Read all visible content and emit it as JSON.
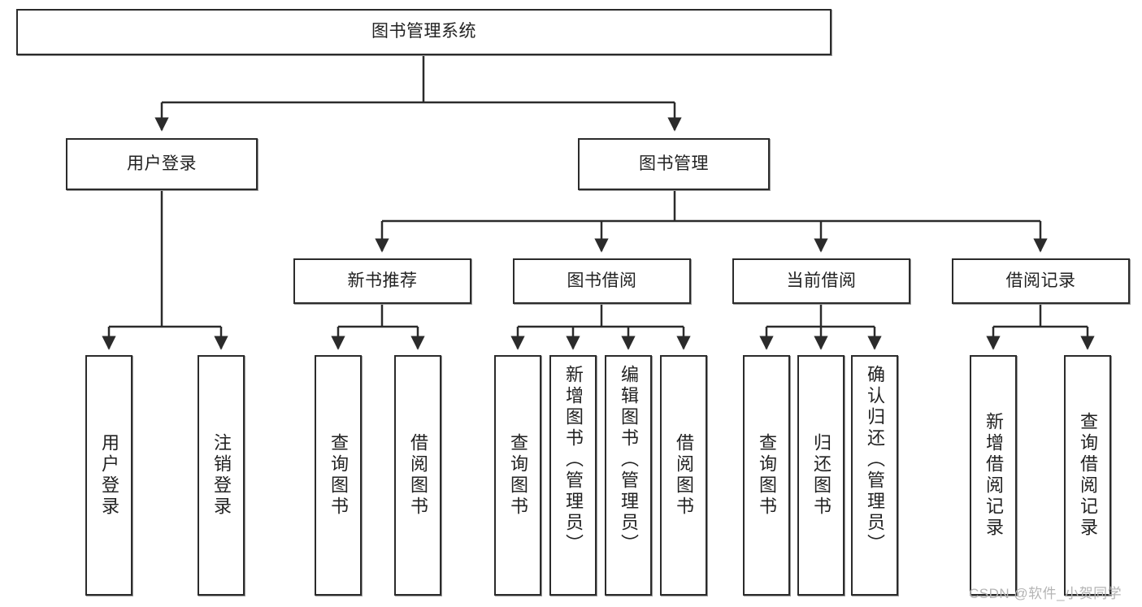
{
  "diagram": {
    "type": "tree-hierarchy",
    "title": "图书管理系统",
    "watermark": "CSDN @软件_小贺同学",
    "colors": {
      "stroke": "#2b2b2b",
      "fill": "#ffffff",
      "text": "#222222",
      "watermark": "#b4b4b4"
    },
    "root": {
      "label": "图书管理系统"
    },
    "level2": [
      {
        "id": "user-login",
        "label": "用户登录"
      },
      {
        "id": "book-manage",
        "label": "图书管理"
      }
    ],
    "level3": [
      {
        "id": "new-book-recommend",
        "label": "新书推荐"
      },
      {
        "id": "book-borrow",
        "label": "图书借阅"
      },
      {
        "id": "current-borrow",
        "label": "当前借阅"
      },
      {
        "id": "borrow-record",
        "label": "借阅记录"
      }
    ],
    "leaves": {
      "user_login": [
        {
          "id": "leaf-user-login",
          "label": "用户登录"
        },
        {
          "id": "leaf-logout-login",
          "label": "注销登录"
        }
      ],
      "new_book_recommend": [
        {
          "id": "leaf-query-book-1",
          "label": "查询图书"
        },
        {
          "id": "leaf-borrow-book-1",
          "label": "借阅图书"
        }
      ],
      "book_borrow": [
        {
          "id": "leaf-query-book-2",
          "label": "查询图书"
        },
        {
          "id": "leaf-add-book",
          "label": "新增图书（管理员）"
        },
        {
          "id": "leaf-edit-book",
          "label": "编辑图书（管理员）"
        },
        {
          "id": "leaf-borrow-book-2",
          "label": "借阅图书"
        }
      ],
      "current_borrow": [
        {
          "id": "leaf-query-book-3",
          "label": "查询图书"
        },
        {
          "id": "leaf-return-book",
          "label": "归还图书"
        },
        {
          "id": "leaf-confirm-return",
          "label": "确认归还（管理员）"
        }
      ],
      "borrow_record": [
        {
          "id": "leaf-add-record",
          "label": "新增借阅记录"
        },
        {
          "id": "leaf-query-record",
          "label": "查询借阅记录"
        }
      ]
    }
  }
}
